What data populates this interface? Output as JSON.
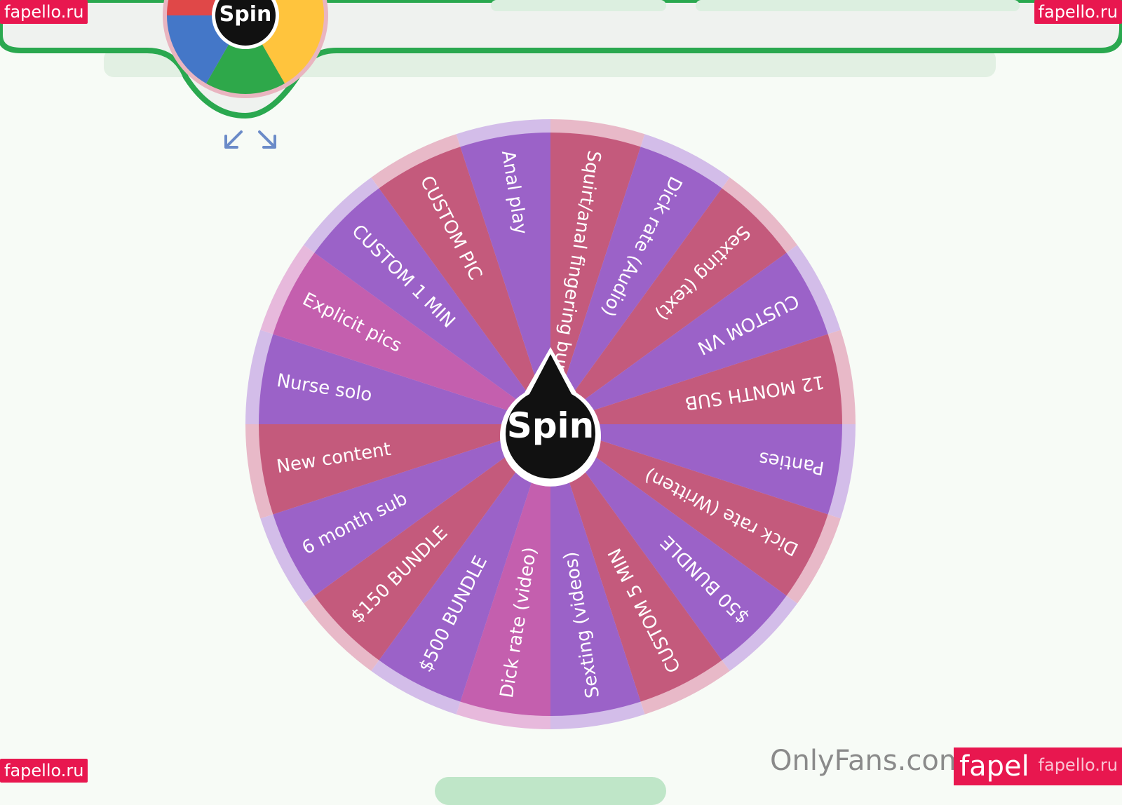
{
  "header": {
    "mini_spin_label": "Spin"
  },
  "watermarks": {
    "top_left": "fapello.ru",
    "top_right": "fapello.ru",
    "bottom_left": "fapello.ru",
    "bottom_right_big": "fapel",
    "bottom_right_small": "fapello.ru",
    "onlyfans": "OnlyFans.com"
  },
  "wheel": {
    "spin_label": "Spin",
    "segments": [
      {
        "label": "Squirt/anal fingering bundle",
        "color": "#c45a7c"
      },
      {
        "label": "Dick rate (Audio)",
        "color": "#9b62c8"
      },
      {
        "label": "Sexting (text)",
        "color": "#c45a7c"
      },
      {
        "label": "CUSTOM VN",
        "color": "#9b62c8"
      },
      {
        "label": "12 MONTH SUB",
        "color": "#c45a7c"
      },
      {
        "label": "Panties",
        "color": "#9b62c8"
      },
      {
        "label": "Dick rate (Written)",
        "color": "#c45a7c"
      },
      {
        "label": "$50 BUNDLE",
        "color": "#9b62c8"
      },
      {
        "label": "CUSTOM 5 MIN",
        "color": "#c45a7c"
      },
      {
        "label": "Sexting (videos)",
        "color": "#9b62c8"
      },
      {
        "label": "Dick rate (video)",
        "color": "#c45fae"
      },
      {
        "label": "$500 BUNDLE",
        "color": "#9b62c8"
      },
      {
        "label": "$150 BUNDLE",
        "color": "#c45a7c"
      },
      {
        "label": "6 month sub",
        "color": "#9b62c8"
      },
      {
        "label": "New content",
        "color": "#c45a7c"
      },
      {
        "label": "Nurse solo",
        "color": "#9b62c8"
      },
      {
        "label": "Explicit pics",
        "color": "#c45fae"
      },
      {
        "label": "CUSTOM 1 MIN",
        "color": "#9b62c8"
      },
      {
        "label": "CUSTOM PIC",
        "color": "#c45a7c"
      },
      {
        "label": "Anal play",
        "color": "#9b62c8"
      }
    ]
  },
  "mini_wheel_colors": [
    "#ffc43d",
    "#2ea84a",
    "#4477c8",
    "#e04848",
    "#e04848",
    "#ffc43d"
  ]
}
